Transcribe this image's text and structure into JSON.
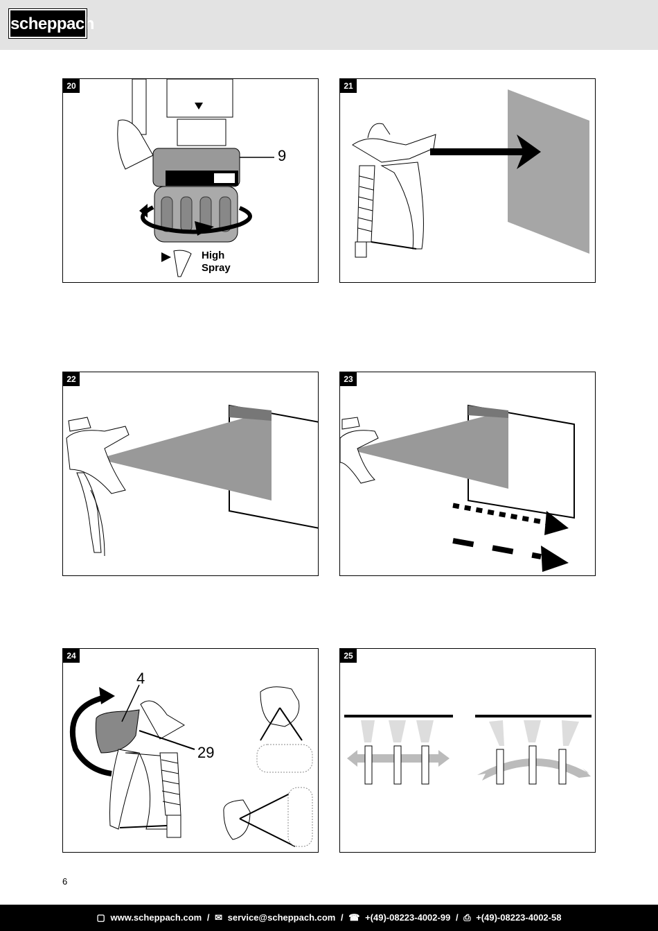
{
  "header": {
    "brand": "scheppach"
  },
  "figures": [
    {
      "number": "20",
      "callouts": [
        "9"
      ],
      "label_line1": "High",
      "label_line2": "Spray"
    },
    {
      "number": "21"
    },
    {
      "number": "22"
    },
    {
      "number": "23"
    },
    {
      "number": "24",
      "callouts": [
        "4",
        "29"
      ]
    },
    {
      "number": "25"
    }
  ],
  "page_number": "6",
  "footer": {
    "website": "www.scheppach.com",
    "email": "service@scheppach.com",
    "phone": "+(49)-08223-4002-99",
    "fax": "+(49)-08223-4002-58",
    "separator": "/"
  }
}
